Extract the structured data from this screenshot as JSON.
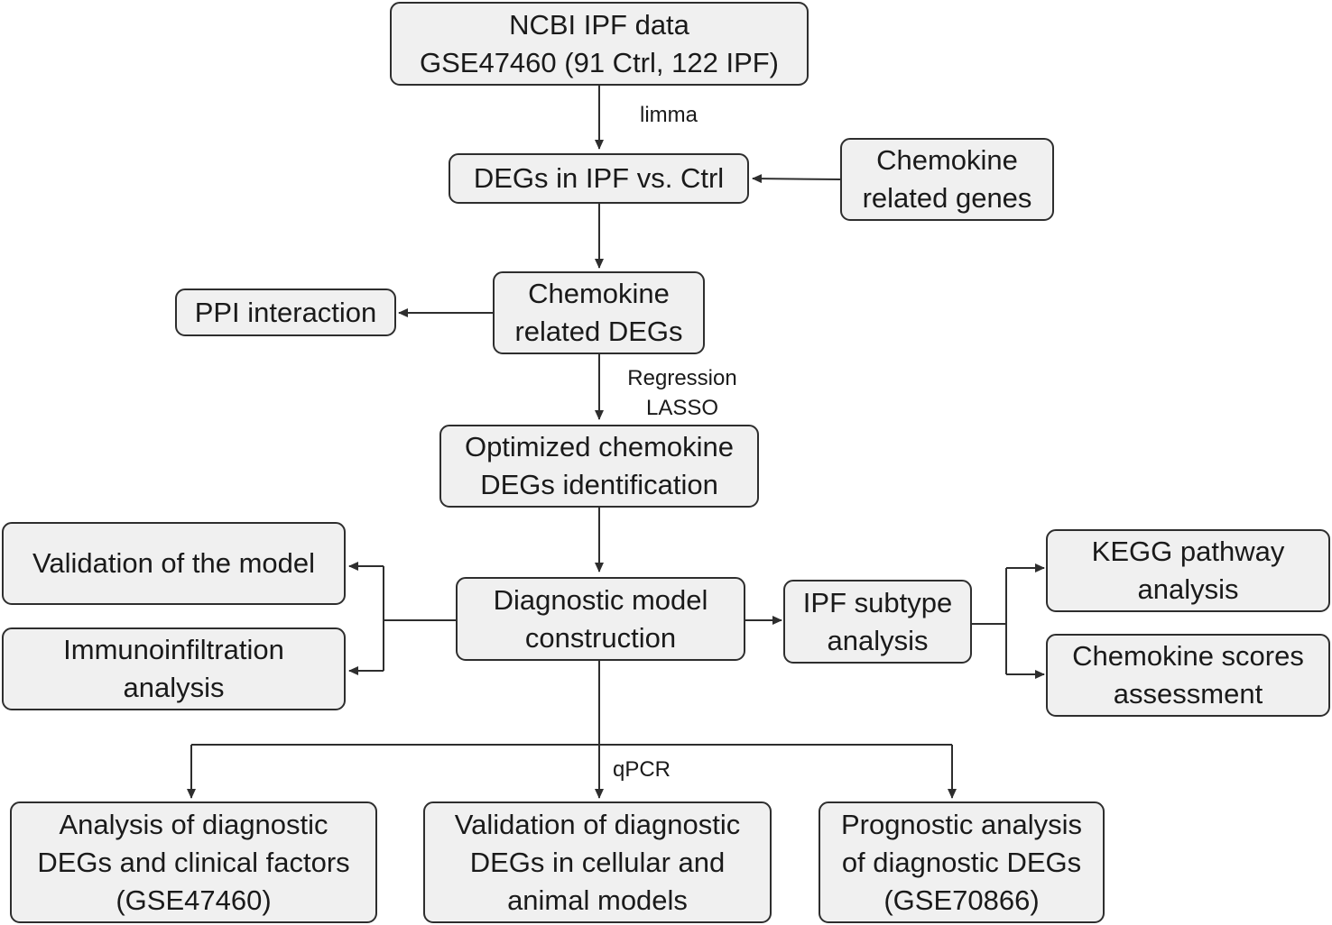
{
  "nodes": {
    "ncbi_data": [
      "NCBI IPF data",
      "GSE47460 (91 Ctrl, 122 IPF)"
    ],
    "degs": [
      "DEGs in IPF vs. Ctrl"
    ],
    "chemokine_genes": [
      "Chemokine",
      "related genes"
    ],
    "chemokine_degs": [
      "Chemokine",
      "related DEGs"
    ],
    "ppi": [
      "PPI interaction"
    ],
    "optimized": [
      "Optimized chemokine",
      "DEGs identification"
    ],
    "diagnostic_model": [
      "Diagnostic model",
      "construction"
    ],
    "validation_model": [
      "Validation of the model"
    ],
    "immunoinfiltration": [
      "Immunoinfiltration",
      "analysis"
    ],
    "ipf_subtype": [
      "IPF subtype",
      "analysis"
    ],
    "kegg": [
      "KEGG pathway",
      "analysis"
    ],
    "chemokine_scores": [
      "Chemokine scores",
      "assessment"
    ],
    "clinical_factors": [
      "Analysis of diagnostic",
      "DEGs and clinical factors",
      "(GSE47460)"
    ],
    "cellular_validation": [
      "Validation of diagnostic",
      "DEGs in cellular and",
      "animal models"
    ],
    "prognostic": [
      "Prognostic analysis",
      "of diagnostic DEGs",
      "(GSE70866)"
    ]
  },
  "edge_labels": {
    "limma": [
      "limma"
    ],
    "lasso": [
      "Regression",
      "LASSO"
    ],
    "qpcr": [
      "qPCR"
    ]
  },
  "colors": {
    "node_fill": "#f0f0f0",
    "stroke": "#2e2e2e",
    "text": "#1a1a1a"
  }
}
